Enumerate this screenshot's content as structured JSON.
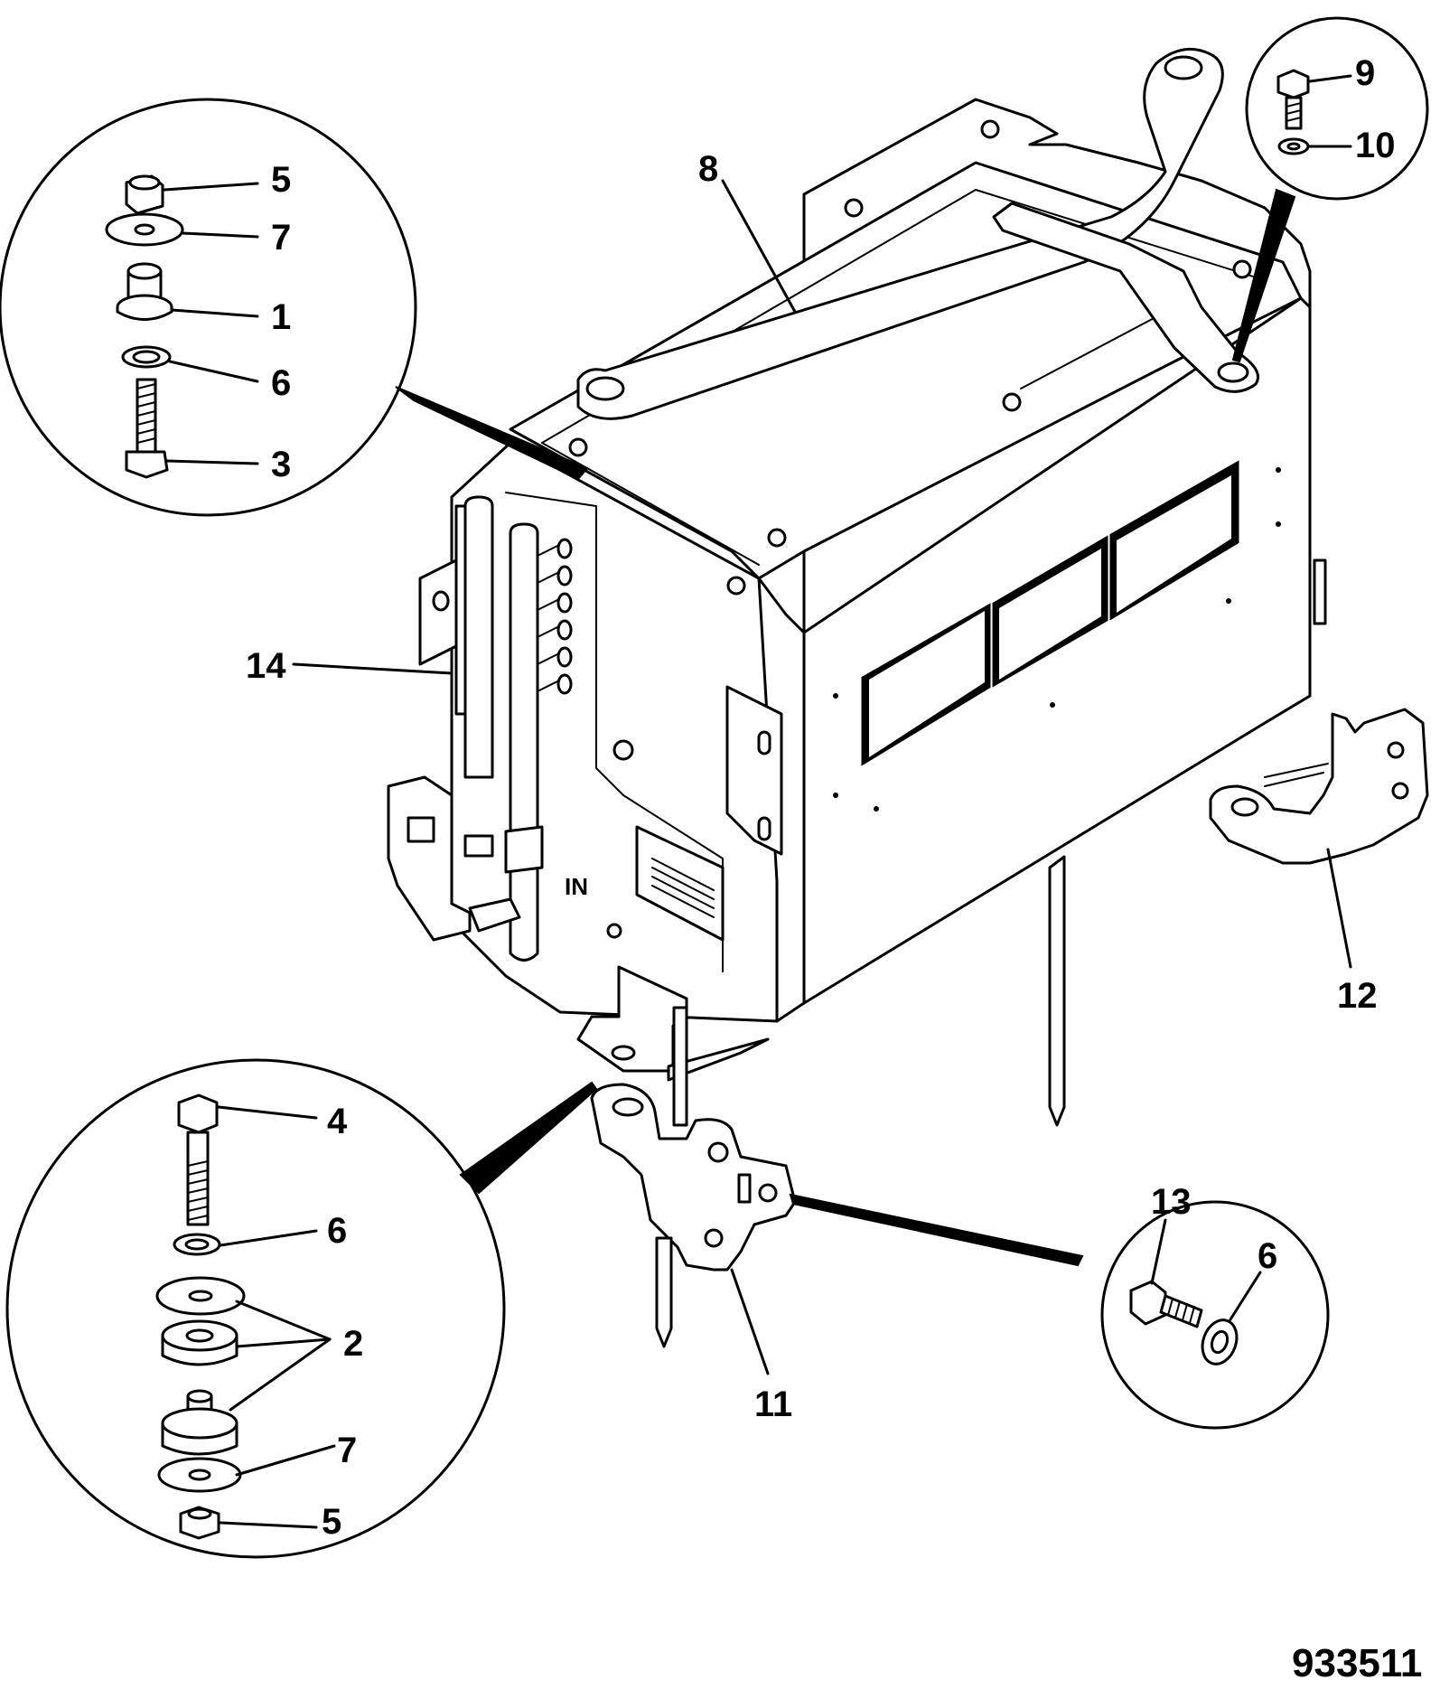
{
  "diagram": {
    "figure_number": "933511",
    "callouts": {
      "c1": "1",
      "c2": "2",
      "c3": "3",
      "c4": "4",
      "c5_top": "5",
      "c5_bottom": "5",
      "c6_top": "6",
      "c6_bottom": "6",
      "c6_right": "6",
      "c7_top": "7",
      "c7_bottom": "7",
      "c8": "8",
      "c9": "9",
      "c10": "10",
      "c11": "11",
      "c12": "12",
      "c13": "13",
      "c14": "14"
    }
  }
}
